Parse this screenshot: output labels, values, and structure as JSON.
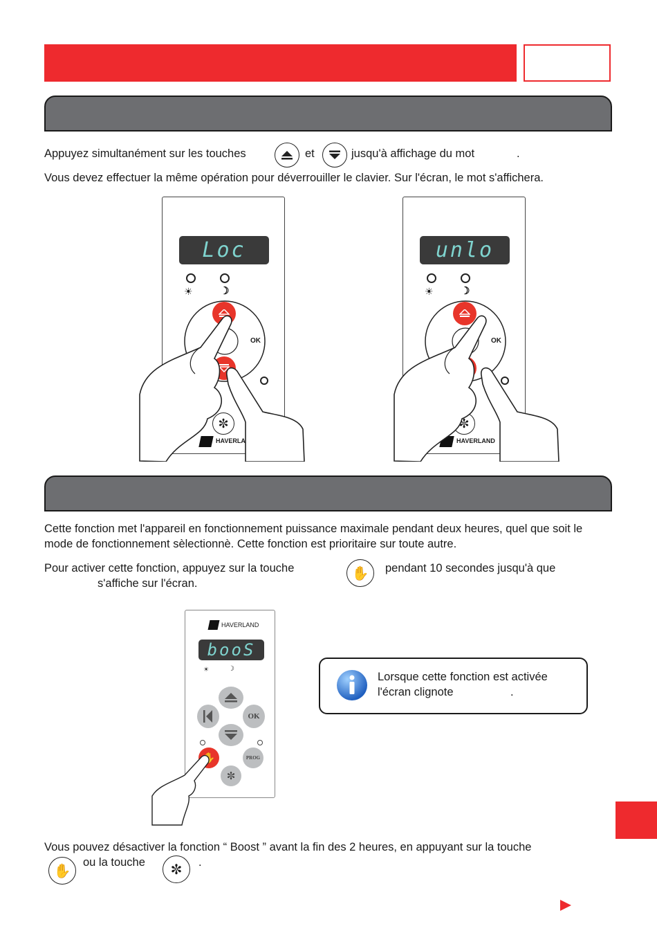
{
  "section1": {
    "line1_part1": "Appuyez simultanément sur les touches",
    "line1_et": "et",
    "line1_part2": "jusqu'à affichage du mot",
    "line1_end": ".",
    "paragraph2": "Vous devez effectuer la même opération pour déverrouiller le clavier. Sur l'écran, le mot s'affichera."
  },
  "device_left": {
    "display": "Loc",
    "ok_label": "OK",
    "brand": "HAVERLAND"
  },
  "device_right": {
    "display": "unlo",
    "ok_label": "OK",
    "brand": "HAVERLAND"
  },
  "section2": {
    "paragraph1": "Cette fonction met l'appareil en fonctionnement puissance maximale pendant deux heures, quel que soit le mode de fonctionnement sèlectionnè. Cette fonction est prioritaire sur toute autre.",
    "activate_part1": "Pour activer cette fonction, appuyez sur la touche",
    "activate_part2": "pendant 10 secondes jusqu'à que",
    "activate_line2": "s'affiche sur l'écran."
  },
  "device_boost": {
    "brand": "HAVERLAND",
    "display": "booS",
    "ok_label": "OK",
    "prog_label": "PROG"
  },
  "info_box": {
    "line1": "Lorsque cette fonction est activée",
    "line2": "l'écran clignote",
    "line2_end": "."
  },
  "footer": {
    "line1": "Vous pouvez désactiver la fonction “ Boost ” avant la fin des 2 heures, en appuyant sur la touche",
    "line2_mid": "ou la touche",
    "line2_end": "."
  },
  "colors": {
    "accent": "#ee2a2e",
    "section_gray": "#6d6e71",
    "segment_text": "#7fd4cf"
  },
  "icons": [
    "up-arrow-icon",
    "down-arrow-icon",
    "hand-icon",
    "snowflake-icon",
    "info-icon",
    "sun-icon",
    "moon-icon",
    "next-arrow-icon"
  ]
}
